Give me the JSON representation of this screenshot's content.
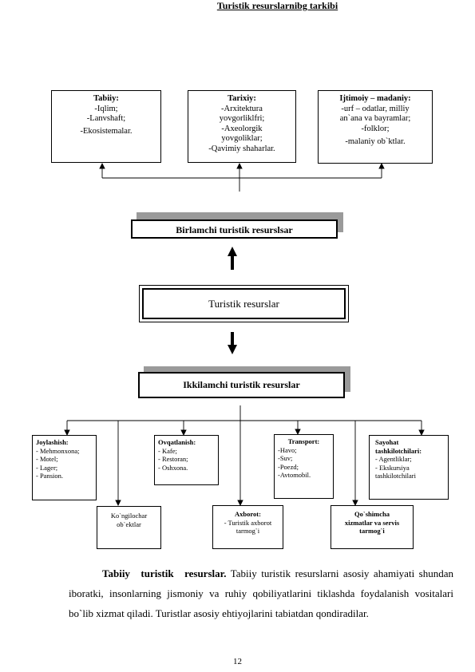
{
  "title": "Turistik resurslarnibg tarkibi",
  "top_boxes": {
    "tabiiy": {
      "heading": "Tabiiy:",
      "lines": [
        "-Iqlim;",
        "-Lanvshaft;",
        "-Ekosistemalar."
      ]
    },
    "tarixiy": {
      "heading": "Tarixiy:",
      "lines": [
        "-Arxitektura",
        "yovgorliklfri;",
        "-Axeolorgik",
        "yovgoliklar;",
        "-Qavimiy shaharlar."
      ]
    },
    "ijtimoiy": {
      "heading": "Ijtimoiy – madaniy:",
      "lines": [
        "-urf – odatlar, milliy",
        "an`ana va bayramlar;",
        "-folklor;",
        "-malaniy ob`ktlar."
      ]
    }
  },
  "birlamchi": "Birlamchi turistik resurslsar",
  "turistik_resurslar": "Turistik resurslar",
  "ikkilamchi": "Ikkilamchi turistik resurslar",
  "bottom_boxes": {
    "joylashish": {
      "heading": "Joylashish:",
      "lines": [
        "- Mehmonxona;",
        "- Motel;",
        "- Lager;",
        "- Pansion."
      ]
    },
    "ovqatlanish": {
      "heading": "Ovqatlanish:",
      "lines": [
        "- Kafe;",
        "- Restoran;",
        "- Oshxona."
      ]
    },
    "transport": {
      "heading": "Transport:",
      "lines": [
        "-Havo;",
        "-Suv;",
        "-Poezd;",
        "-Avtomobil."
      ]
    },
    "sayohat": {
      "heading": "Sayohat tashkilotchilari:",
      "lines": [
        "- Agentliklar;",
        "- Ekskursiya",
        "tashkilotchilari"
      ]
    },
    "kongilochar": {
      "lines": [
        "Ko`ngilochar",
        "ob`ektlar"
      ]
    },
    "axborot": {
      "heading": "Axborot:",
      "lines": [
        "- Turistik axborot",
        "tarmog`i"
      ]
    },
    "qoshimcha": {
      "lines": [
        "Qo`shimcha",
        "xizmatlar va servis",
        "tarmog`i"
      ]
    }
  },
  "paragraph": {
    "heading": "Tabiiy turistik resurslar.",
    "text": "Tabiiy turistik resurslarni asosiy ahamiyati shundan iboratki, insonlarning jismoniy va ruhiy qobiliyatlarini tiklashda foydalanish vositalari bo`lib xizmat qiladi. Turistlar asosiy ehtiyojlarini tabiatdan qondiradilar."
  },
  "page_number": "12"
}
